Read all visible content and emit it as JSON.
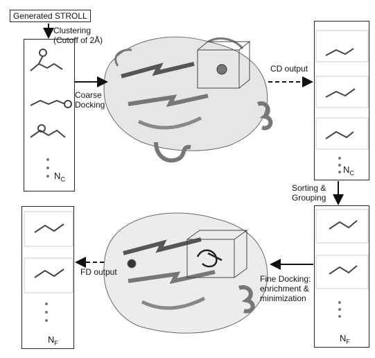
{
  "title": "Generated STROLL",
  "clustering": {
    "line1": "Clustering",
    "line2": "(Cutoff of 2Å)"
  },
  "coarse_docking": {
    "line1": "Coarse",
    "line2": "Docking"
  },
  "cd_output": "CD output",
  "sorting": {
    "line1": "Sorting &",
    "line2": "Grouping"
  },
  "fine_docking": {
    "line1": "Fine Docking:",
    "line2": "enrichment &",
    "line3": "minimization"
  },
  "fd_output": "FD output",
  "counts": {
    "nc_main": "N",
    "nc_sub": "C",
    "nf_main": "N",
    "nf_sub": "F"
  }
}
